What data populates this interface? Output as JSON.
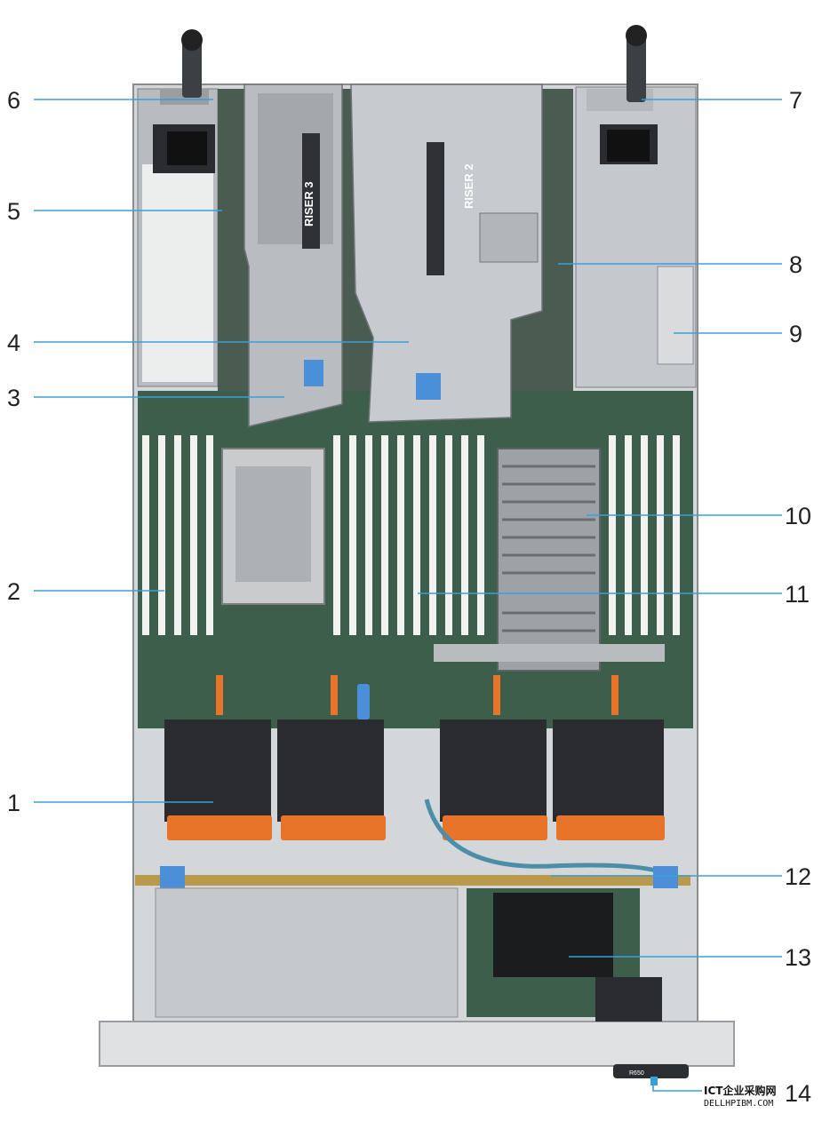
{
  "riser_labels": {
    "riser2": "RISER 2",
    "riser3": "RISER 3"
  },
  "front_label": "R650",
  "callouts": [
    {
      "id": "c1",
      "num": "1"
    },
    {
      "id": "c2",
      "num": "2"
    },
    {
      "id": "c3",
      "num": "3"
    },
    {
      "id": "c4",
      "num": "4"
    },
    {
      "id": "c5",
      "num": "5"
    },
    {
      "id": "c6",
      "num": "6"
    },
    {
      "id": "c7",
      "num": "7"
    },
    {
      "id": "c8",
      "num": "8"
    },
    {
      "id": "c9",
      "num": "9"
    },
    {
      "id": "c10",
      "num": "10"
    },
    {
      "id": "c11",
      "num": "11"
    },
    {
      "id": "c12",
      "num": "12"
    },
    {
      "id": "c13",
      "num": "13"
    },
    {
      "id": "c14",
      "num": "14"
    }
  ],
  "watermark": {
    "line1": "ICT企业采购网",
    "line2": "DELLHPIBM.COM"
  },
  "colors": {
    "leader": "#3aa0d8",
    "fan_orange": "#e8742a",
    "latch_blue": "#4a8fd8",
    "chassis": "#c9ccd0",
    "board_green": "#3d5e4a"
  }
}
